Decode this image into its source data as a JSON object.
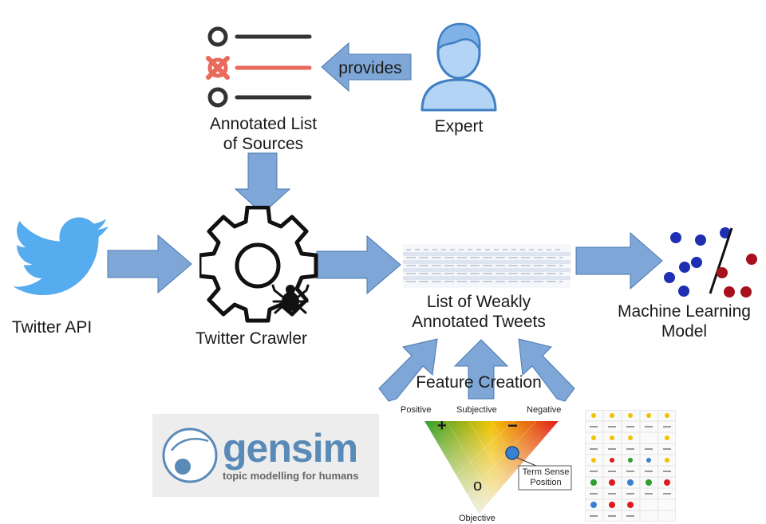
{
  "labels": {
    "annotated_list_line1": "Annotated List",
    "annotated_list_line2": "of Sources",
    "provides": "provides",
    "expert": "Expert",
    "twitter_api": "Twitter API",
    "twitter_crawler": "Twitter Crawler",
    "weak_tweets_line1": "List of Weakly",
    "weak_tweets_line2": "Annotated Tweets",
    "ml_line1": "Machine Learning",
    "ml_line2": "Model",
    "feature_creation": "Feature Creation"
  },
  "gensim": {
    "word": "gensim",
    "tagline": "topic modelling for humans"
  },
  "sentiment_triangle": {
    "positive": "Positive",
    "subjective": "Subjective",
    "negative": "Negative",
    "objective": "Objective",
    "plus": "+",
    "minus": "−",
    "zero": "o",
    "callout_line1": "Term Sense",
    "callout_line2": "Position"
  },
  "colors": {
    "arrow_fill": "#7ea6d6",
    "arrow_stroke": "#4a78b0",
    "twitter_blue": "#55acee",
    "expert_fill": "#b3d4f5",
    "expert_stroke": "#3f7fc4",
    "list_red": "#e86a5a",
    "dot_blue": "#1f2fb3",
    "dot_red": "#a8101e"
  }
}
